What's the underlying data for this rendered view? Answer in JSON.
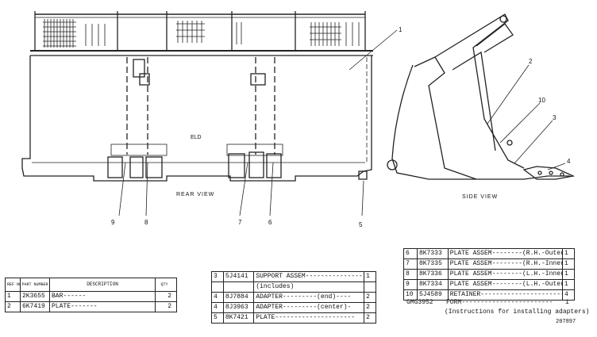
{
  "views": {
    "rear_label": "REAR VIEW",
    "side_label": "SIDE VIEW",
    "center_mark": "ELD"
  },
  "callouts": {
    "rear": [
      "1",
      "9",
      "8",
      "7",
      "6",
      "5"
    ],
    "side": [
      "2",
      "10",
      "3",
      "4"
    ]
  },
  "table_left": {
    "headers": [
      "REF NO",
      "PART NUMBER",
      "DESCRIPTION",
      "QTY"
    ],
    "rows": [
      {
        "ref": "1",
        "part": "2K3655",
        "desc": "BAR------",
        "qty": "2"
      },
      {
        "ref": "2",
        "part": "6K7419",
        "desc": "PLATE-------",
        "qty": "2"
      }
    ]
  },
  "table_mid": {
    "rows": [
      {
        "ref": "3",
        "part": "5J4141",
        "desc": "SUPPORT ASSEM-----------------------",
        "qty": "1"
      },
      {
        "ref": "",
        "part": "",
        "desc": "(includes)",
        "qty": ""
      },
      {
        "ref": "4",
        "part": "8J7884",
        "desc": "ADAPTER---------(end)----",
        "qty": "2"
      },
      {
        "ref": "4",
        "part": "8J3963",
        "desc": "ADAPTER---------(center)-",
        "qty": "2"
      },
      {
        "ref": "5",
        "part": "8K7421",
        "desc": "PLATE---------------------",
        "qty": "2"
      }
    ]
  },
  "table_right": {
    "rows": [
      {
        "ref": "6",
        "part": "8K7333",
        "desc": "PLATE ASSEM--------(R.H.-Outer)-",
        "qty": "1"
      },
      {
        "ref": "7",
        "part": "8K7335",
        "desc": "PLATE ASSEM--------(R.H.-Inner)-",
        "qty": "1"
      },
      {
        "ref": "8",
        "part": "8K7336",
        "desc": "PLATE ASSEM--------(L.H.-Inner)-",
        "qty": "1"
      },
      {
        "ref": "9",
        "part": "8K7334",
        "desc": "PLATE ASSEM--------(L.H.-Outer)-",
        "qty": "1"
      },
      {
        "ref": "10",
        "part": "5J4589",
        "desc": "RETAINER-----------------------",
        "qty": "4"
      }
    ],
    "form_part": "GMG3952",
    "form_desc": "FORM------------------------",
    "form_qty": "1",
    "form_note": "(Instructions for installing adapters)",
    "drawing_no": "207897"
  }
}
